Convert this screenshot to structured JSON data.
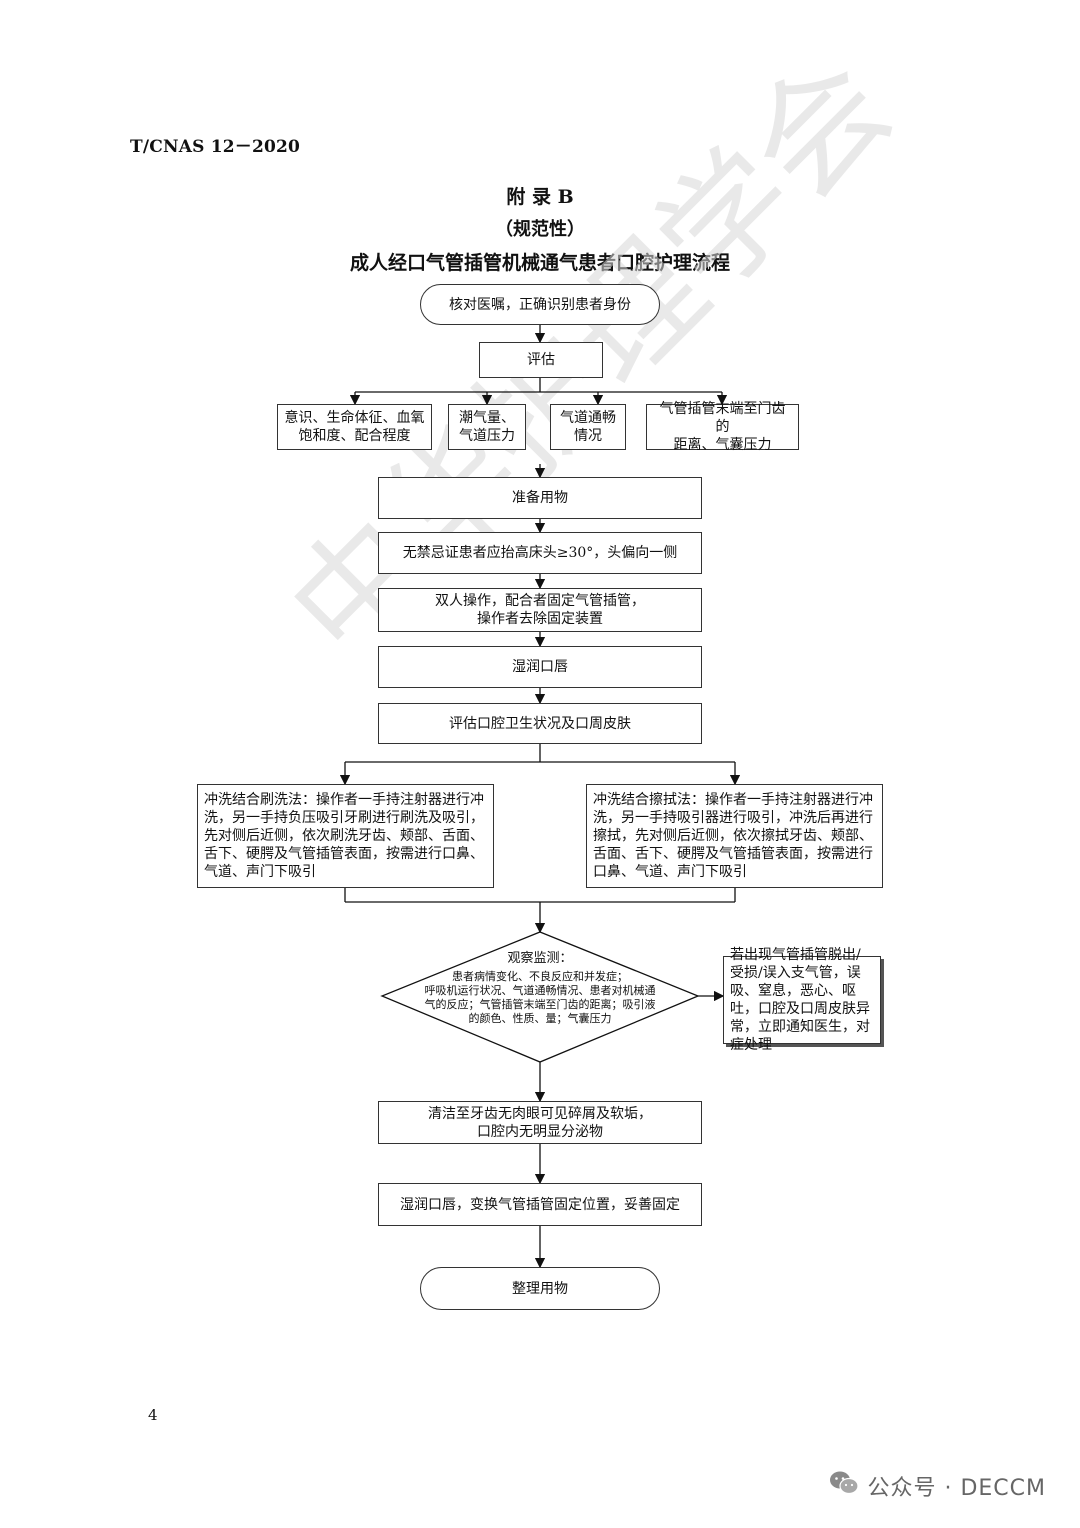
{
  "header": {
    "code": "T/CNAS 12－2020",
    "appendix": "附 录 B",
    "nature": "（规范性）",
    "title": "成人经口气管插管机械通气患者口腔护理流程"
  },
  "flow": {
    "start": "核对医嘱，正确识别患者身份",
    "assess": "评估",
    "assess_items": [
      "意识、生命体征、血氧\n饱和度、配合程度",
      "潮气量、\n气道压力",
      "气道通畅\n情况",
      "气管插管末端至门齿的\n距离、气囊压力"
    ],
    "prepare": "准备用物",
    "position": "无禁忌证患者应抬高床头≥30°，头偏向一侧",
    "two_person": "双人操作，配合者固定气管插管，\n操作者去除固定装置",
    "moisten": "湿润口唇",
    "assess_oral": "评估口腔卫生状况及口周皮肤",
    "method_brush": "冲洗结合刷洗法：操作者一手持注射器进行冲洗，另一手持负压吸引牙刷进行刷洗及吸引，先对侧后近侧，依次刷洗牙齿、颊部、舌面、舌下、硬腭及气管插管表面，按需进行口鼻、气道、声门下吸引",
    "method_wipe": "冲洗结合擦拭法：操作者一手持注射器进行冲洗，另一手持吸引器进行吸引，冲洗后再进行擦拭，先对侧后近侧，依次擦拭牙齿、颊部、舌面、舌下、硬腭及气管插管表面，按需进行口鼻、气道、声门下吸引",
    "observe_title": "观察监测：",
    "observe_body": "患者病情变化、不良反应和并发症；\n呼吸机运行状况、气道通畅情况、患者对机械通\n气的反应；气管插管末端至门齿的距离；吸引液\n的颜色、性质、量；气囊压力",
    "abnormal": "若出现气管插管脱出/受损/误入支气管，误吸、窒息，恶心、呕吐，口腔及口周皮肤异常，立即通知医生，对症处理",
    "clean": "清洁至牙齿无肉眼可见碎屑及软垢，\n口腔内无明显分泌物",
    "reposition": "湿润口唇，变换气管插管固定位置，妥善固定",
    "end": "整理用物"
  },
  "watermark": "中华护理学会",
  "page_number": "4",
  "footer": {
    "icon": "wechat-icon",
    "text": "公众号 · DECCM"
  }
}
